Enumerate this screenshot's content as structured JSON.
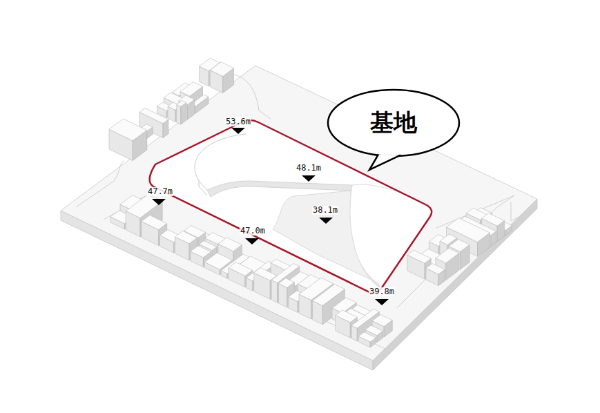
{
  "diagram": {
    "nodes": [
      {
        "text": [
          "基地"
        ]
      }
    ],
    "labels": [
      "53.6m",
      "48.1m",
      "47.7m",
      "38.1m",
      "47.0m",
      "39.8m"
    ]
  }
}
